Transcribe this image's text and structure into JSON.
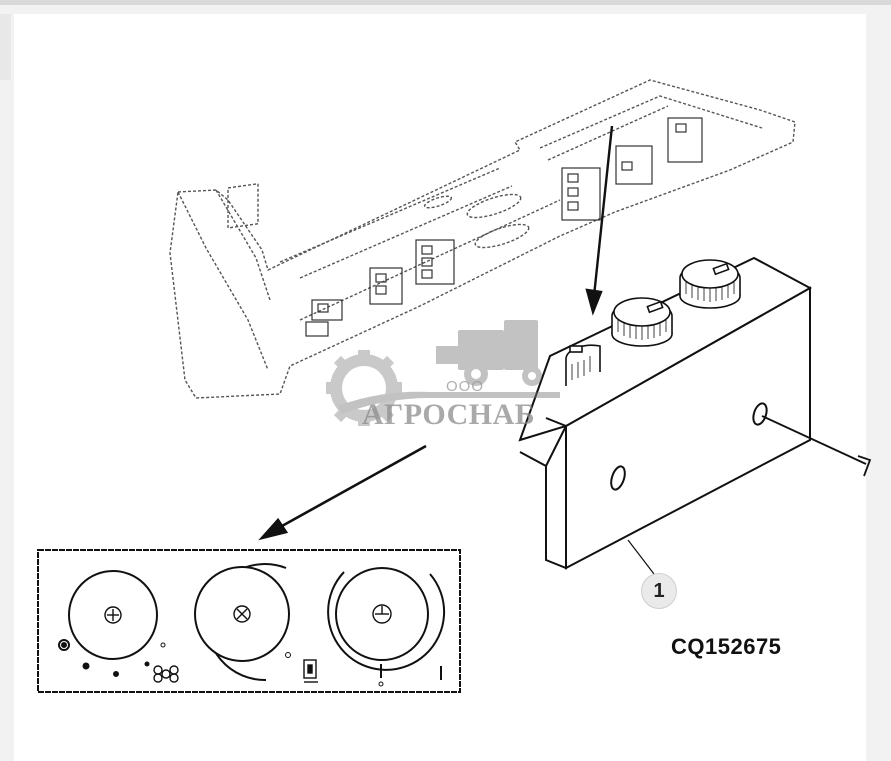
{
  "figure": {
    "code": "CQ152675",
    "callout": "1"
  },
  "watermark": {
    "prefix": "ООО",
    "brand": "АГРОСНАБ"
  }
}
